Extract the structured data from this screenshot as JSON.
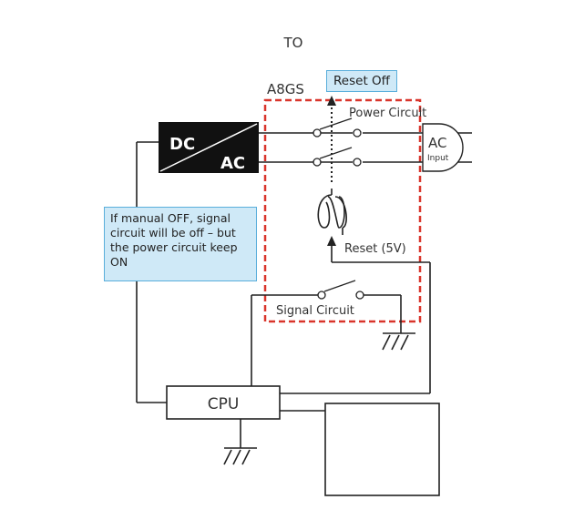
{
  "title": "TO",
  "device_label": "A8GS",
  "reset_off_label": "Reset Off",
  "power_circuit_label": "Power Circuit",
  "ac_label": "AC",
  "ac_input_label": "Input",
  "dc_label": "DC",
  "converter_ac_label": "AC",
  "reset_label": "Reset (5V)",
  "signal_circuit_label": "Signal Circuit",
  "cpu_label": "CPU",
  "note_text": "If manual OFF, signal circuit will be off – but the power circuit keep ON",
  "colors": {
    "dashed_box": "#d9352b",
    "note_fill": "#cfe9f7",
    "note_border": "#5aaedb",
    "wire": "#222222"
  }
}
